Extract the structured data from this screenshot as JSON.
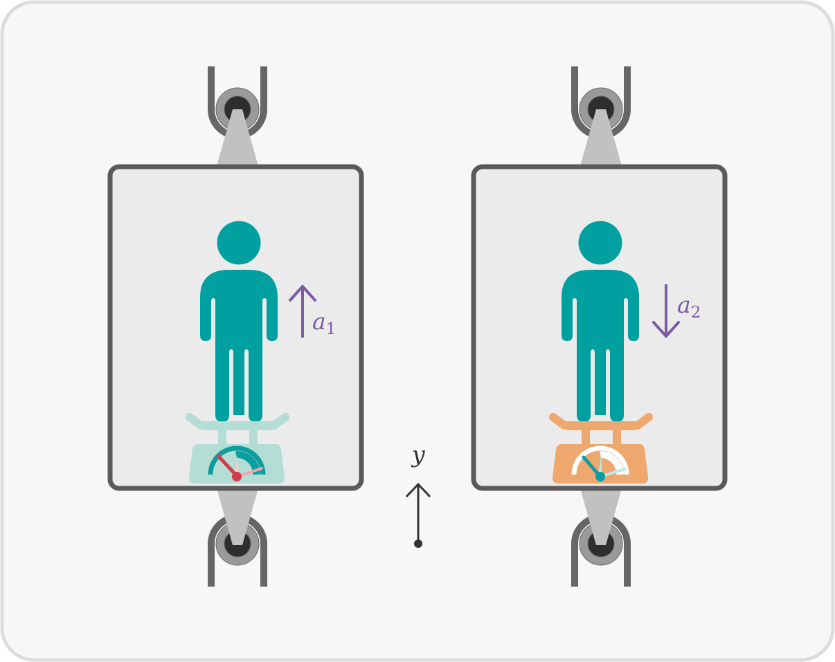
{
  "labels": {
    "a1_symbol": "a",
    "a1_subscript": "1",
    "a2_symbol": "a",
    "a2_subscript": "2",
    "y_axis": "y"
  },
  "elevators": [
    {
      "id": "elevator-1",
      "acceleration_direction": "up",
      "scale_color": "#b3ddd5",
      "needle_color": "#d13d4a"
    },
    {
      "id": "elevator-2",
      "acceleration_direction": "down",
      "scale_color": "#eea86e",
      "needle_color": "#0c9e9e"
    }
  ],
  "colors": {
    "background": "#f7f7f7",
    "frame_border": "#dcdcdc",
    "car_fill": "#ebebeb",
    "car_border": "#5a5a5a",
    "person": "#00a0a0",
    "acceleration_arrow": "#7b5aa6",
    "cable": "#c1c1c1",
    "pulley_rail": "#666666",
    "axis": "#333333"
  }
}
